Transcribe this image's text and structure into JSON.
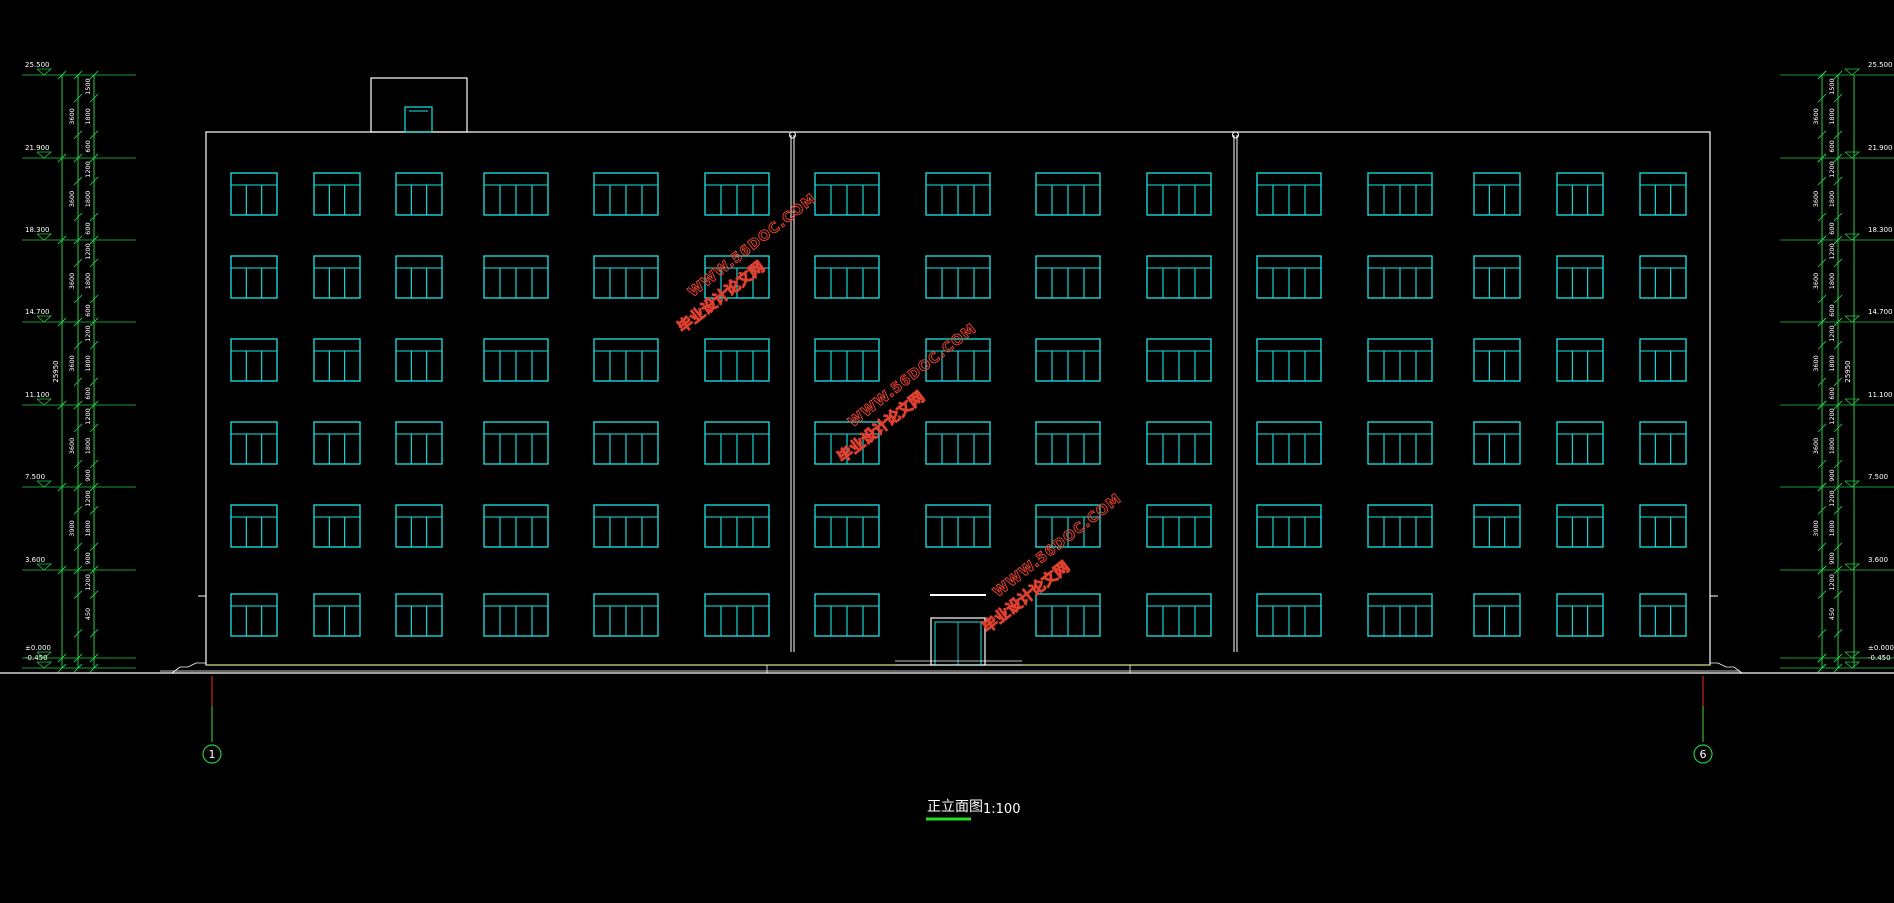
{
  "drawing": {
    "title": "正立面图",
    "scale": "1:100"
  },
  "axes": {
    "left": "1",
    "right": "6"
  },
  "elevations_left": [
    {
      "value": "25.500"
    },
    {
      "value": "21.900"
    },
    {
      "value": "18.300"
    },
    {
      "value": "14.700"
    },
    {
      "value": "11.100"
    },
    {
      "value": "7.500"
    },
    {
      "value": "3.600"
    },
    {
      "value": "±0.000"
    },
    {
      "value": "-0.450"
    }
  ],
  "elevations_right": [
    {
      "value": "25.500"
    },
    {
      "value": "21.900"
    },
    {
      "value": "18.300"
    },
    {
      "value": "14.700"
    },
    {
      "value": "11.100"
    },
    {
      "value": "7.500"
    },
    {
      "value": "3.600"
    },
    {
      "value": "±0.000"
    },
    {
      "value": "-0.450"
    }
  ],
  "dims_inner": [
    "1500",
    "1800",
    "600",
    "1200",
    "1800",
    "600",
    "1200",
    "1800",
    "600",
    "1200",
    "1800",
    "600",
    "1200",
    "1800",
    "900",
    "1200",
    "1800",
    "900",
    "1200",
    "450"
  ],
  "dims_outer": [
    "3600",
    "3600",
    "3600",
    "3600",
    "3600",
    "3900"
  ],
  "dim_total": "25950",
  "watermarks": [
    {
      "line1": "毕业设计论文网",
      "line2": "WWW.56DOC.COM"
    },
    {
      "line1": "毕业设计论文网",
      "line2": "WWW.56DOC.COM"
    },
    {
      "line1": "毕业设计论文网",
      "line2": "WWW.56DOC.COM"
    }
  ],
  "colors": {
    "background": "#000000",
    "outline": "#ffffff",
    "window": "#19e6e6",
    "dimension": "#22cc44",
    "watermark": "#e04030",
    "axis_line": "#cc2222",
    "underline": "#22dd22"
  }
}
